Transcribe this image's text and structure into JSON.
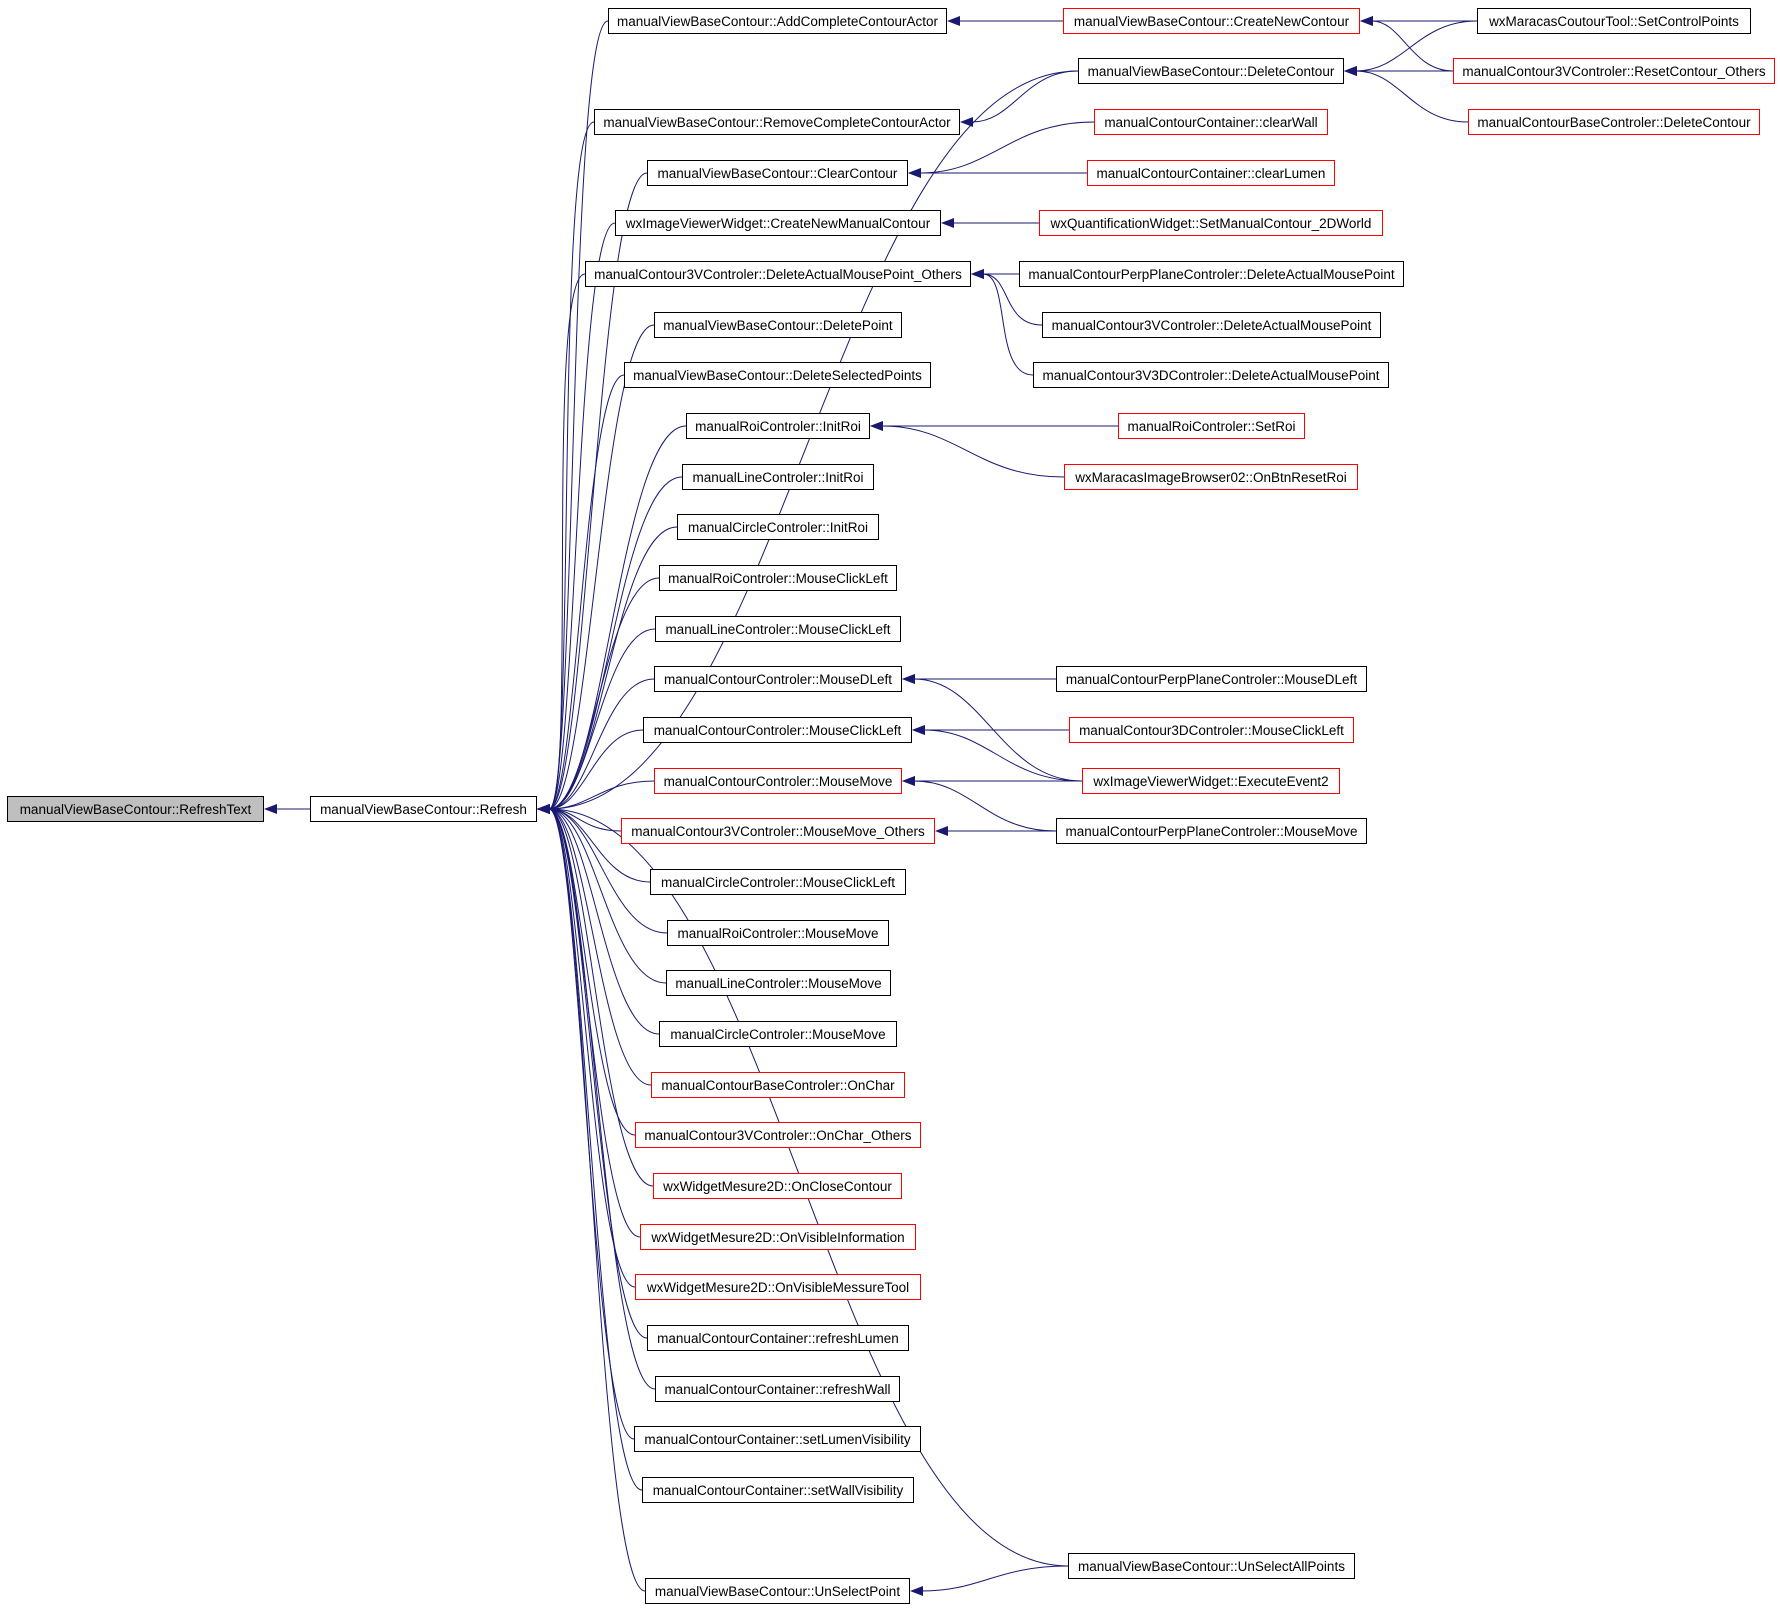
{
  "graph": {
    "edge_color": "#191970",
    "nodes": [
      {
        "id": "refreshtext",
        "label": "manualViewBaseContour::RefreshText",
        "kind": "focus"
      },
      {
        "id": "refresh",
        "label": "manualViewBaseContour::Refresh",
        "kind": "black"
      },
      {
        "id": "addcompletecontouractor",
        "label": "manualViewBaseContour::AddCompleteContourActor",
        "kind": "black"
      },
      {
        "id": "removecompletecontouractor",
        "label": "manualViewBaseContour::RemoveCompleteContourActor",
        "kind": "black"
      },
      {
        "id": "clearcontour",
        "label": "manualViewBaseContour::ClearContour",
        "kind": "black"
      },
      {
        "id": "createnewmanualcontour",
        "label": "wxImageViewerWidget::CreateNewManualContour",
        "kind": "black"
      },
      {
        "id": "deleteactualmousepoint-others",
        "label": "manualContour3VControler::DeleteActualMousePoint_Others",
        "kind": "black"
      },
      {
        "id": "deletepoint",
        "label": "manualViewBaseContour::DeletePoint",
        "kind": "black"
      },
      {
        "id": "deleteselectedpoints",
        "label": "manualViewBaseContour::DeleteSelectedPoints",
        "kind": "black"
      },
      {
        "id": "roi-initroi",
        "label": "manualRoiControler::InitRoi",
        "kind": "black"
      },
      {
        "id": "line-initroi",
        "label": "manualLineControler::InitRoi",
        "kind": "black"
      },
      {
        "id": "circle-initroi",
        "label": "manualCircleControler::InitRoi",
        "kind": "black"
      },
      {
        "id": "roi-mouseclickleft",
        "label": "manualRoiControler::MouseClickLeft",
        "kind": "black"
      },
      {
        "id": "line-mouseclickleft",
        "label": "manualLineControler::MouseClickLeft",
        "kind": "black"
      },
      {
        "id": "contour-mousedleft",
        "label": "manualContourControler::MouseDLeft",
        "kind": "black"
      },
      {
        "id": "contour-mouseclickleft",
        "label": "manualContourControler::MouseClickLeft",
        "kind": "black"
      },
      {
        "id": "contour-mousemove",
        "label": "manualContourControler::MouseMove",
        "kind": "red"
      },
      {
        "id": "mousemove-others",
        "label": "manualContour3VControler::MouseMove_Others",
        "kind": "red"
      },
      {
        "id": "circle-mouseclickleft",
        "label": "manualCircleControler::MouseClickLeft",
        "kind": "black"
      },
      {
        "id": "roi-mousemove",
        "label": "manualRoiControler::MouseMove",
        "kind": "black"
      },
      {
        "id": "line-mousemove",
        "label": "manualLineControler::MouseMove",
        "kind": "black"
      },
      {
        "id": "circle-mousemove",
        "label": "manualCircleControler::MouseMove",
        "kind": "black"
      },
      {
        "id": "base-onchar",
        "label": "manualContourBaseControler::OnChar",
        "kind": "red"
      },
      {
        "id": "onchar-others",
        "label": "manualContour3VControler::OnChar_Others",
        "kind": "red"
      },
      {
        "id": "onclosecontour",
        "label": "wxWidgetMesure2D::OnCloseContour",
        "kind": "red"
      },
      {
        "id": "onvisibleinformation",
        "label": "wxWidgetMesure2D::OnVisibleInformation",
        "kind": "red"
      },
      {
        "id": "onvisiblemessuretool",
        "label": "wxWidgetMesure2D::OnVisibleMessureTool",
        "kind": "red"
      },
      {
        "id": "refreshlumen",
        "label": "manualContourContainer::refreshLumen",
        "kind": "black"
      },
      {
        "id": "refreshwall",
        "label": "manualContourContainer::refreshWall",
        "kind": "black"
      },
      {
        "id": "setlumenvisibility",
        "label": "manualContourContainer::setLumenVisibility",
        "kind": "black"
      },
      {
        "id": "setwallvisibility",
        "label": "manualContourContainer::setWallVisibility",
        "kind": "black"
      },
      {
        "id": "unselectpoint",
        "label": "manualViewBaseContour::UnSelectPoint",
        "kind": "black"
      },
      {
        "id": "createnewcontour",
        "label": "manualViewBaseContour::CreateNewContour",
        "kind": "red"
      },
      {
        "id": "deletecontour",
        "label": "manualViewBaseContour::DeleteContour",
        "kind": "black"
      },
      {
        "id": "clearwall",
        "label": "manualContourContainer::clearWall",
        "kind": "red"
      },
      {
        "id": "clearlumen",
        "label": "manualContourContainer::clearLumen",
        "kind": "red"
      },
      {
        "id": "setmanualcontour-2dworld",
        "label": "wxQuantificationWidget::SetManualContour_2DWorld",
        "kind": "red"
      },
      {
        "id": "perpplane-deleteactualmousepoint",
        "label": "manualContourPerpPlaneControler::DeleteActualMousePoint",
        "kind": "black"
      },
      {
        "id": "3v-deleteactualmousepoint",
        "label": "manualContour3VControler::DeleteActualMousePoint",
        "kind": "black"
      },
      {
        "id": "3v3d-deleteactualmousepoint",
        "label": "manualContour3V3DControler::DeleteActualMousePoint",
        "kind": "black"
      },
      {
        "id": "roi-setroi",
        "label": "manualRoiControler::SetRoi",
        "kind": "red"
      },
      {
        "id": "onbtnresetroi",
        "label": "wxMaracasImageBrowser02::OnBtnResetRoi",
        "kind": "red"
      },
      {
        "id": "perpplane-mousedleft",
        "label": "manualContourPerpPlaneControler::MouseDLeft",
        "kind": "black"
      },
      {
        "id": "3d-mouseclickleft",
        "label": "manualContour3DControler::MouseClickLeft",
        "kind": "red"
      },
      {
        "id": "executeevent2",
        "label": "wxImageViewerWidget::ExecuteEvent2",
        "kind": "red"
      },
      {
        "id": "perpplane-mousemove",
        "label": "manualContourPerpPlaneControler::MouseMove",
        "kind": "black"
      },
      {
        "id": "unselectallpoints",
        "label": "manualViewBaseContour::UnSelectAllPoints",
        "kind": "black"
      },
      {
        "id": "setcontrolpoints",
        "label": "wxMaracasCoutourTool::SetControlPoints",
        "kind": "black"
      },
      {
        "id": "resetcontour-others",
        "label": "manualContour3VControler::ResetContour_Others",
        "kind": "red"
      },
      {
        "id": "base-deletecontour",
        "label": "manualContourBaseControler::DeleteContour",
        "kind": "red"
      }
    ],
    "edges": [
      [
        "refreshtext",
        "refresh"
      ],
      [
        "refresh",
        "addcompletecontouractor"
      ],
      [
        "refresh",
        "removecompletecontouractor"
      ],
      [
        "refresh",
        "clearcontour"
      ],
      [
        "refresh",
        "createnewmanualcontour"
      ],
      [
        "refresh",
        "deleteactualmousepoint-others"
      ],
      [
        "refresh",
        "deletepoint"
      ],
      [
        "refresh",
        "deleteselectedpoints"
      ],
      [
        "refresh",
        "roi-initroi"
      ],
      [
        "refresh",
        "line-initroi"
      ],
      [
        "refresh",
        "circle-initroi"
      ],
      [
        "refresh",
        "roi-mouseclickleft"
      ],
      [
        "refresh",
        "line-mouseclickleft"
      ],
      [
        "refresh",
        "contour-mousedleft"
      ],
      [
        "refresh",
        "contour-mouseclickleft"
      ],
      [
        "refresh",
        "contour-mousemove"
      ],
      [
        "refresh",
        "mousemove-others"
      ],
      [
        "refresh",
        "circle-mouseclickleft"
      ],
      [
        "refresh",
        "roi-mousemove"
      ],
      [
        "refresh",
        "line-mousemove"
      ],
      [
        "refresh",
        "circle-mousemove"
      ],
      [
        "refresh",
        "base-onchar"
      ],
      [
        "refresh",
        "onchar-others"
      ],
      [
        "refresh",
        "onclosecontour"
      ],
      [
        "refresh",
        "onvisibleinformation"
      ],
      [
        "refresh",
        "onvisiblemessuretool"
      ],
      [
        "refresh",
        "refreshlumen"
      ],
      [
        "refresh",
        "refreshwall"
      ],
      [
        "refresh",
        "setlumenvisibility"
      ],
      [
        "refresh",
        "setwallvisibility"
      ],
      [
        "refresh",
        "unselectpoint"
      ],
      [
        "refresh",
        "deletecontour"
      ],
      [
        "refresh",
        "unselectallpoints"
      ],
      [
        "addcompletecontouractor",
        "createnewcontour"
      ],
      [
        "removecompletecontouractor",
        "deletecontour"
      ],
      [
        "clearcontour",
        "clearwall"
      ],
      [
        "clearcontour",
        "clearlumen"
      ],
      [
        "createnewmanualcontour",
        "setmanualcontour-2dworld"
      ],
      [
        "deleteactualmousepoint-others",
        "perpplane-deleteactualmousepoint"
      ],
      [
        "deleteactualmousepoint-others",
        "3v-deleteactualmousepoint"
      ],
      [
        "deleteactualmousepoint-others",
        "3v3d-deleteactualmousepoint"
      ],
      [
        "roi-initroi",
        "roi-setroi"
      ],
      [
        "roi-initroi",
        "onbtnresetroi"
      ],
      [
        "contour-mousedleft",
        "perpplane-mousedleft"
      ],
      [
        "contour-mousedleft",
        "executeevent2"
      ],
      [
        "contour-mouseclickleft",
        "3d-mouseclickleft"
      ],
      [
        "contour-mouseclickleft",
        "executeevent2"
      ],
      [
        "contour-mousemove",
        "executeevent2"
      ],
      [
        "contour-mousemove",
        "perpplane-mousemove"
      ],
      [
        "mousemove-others",
        "perpplane-mousemove"
      ],
      [
        "unselectpoint",
        "unselectallpoints"
      ],
      [
        "createnewcontour",
        "setcontrolpoints"
      ],
      [
        "createnewcontour",
        "resetcontour-others"
      ],
      [
        "deletecontour",
        "setcontrolpoints"
      ],
      [
        "deletecontour",
        "resetcontour-others"
      ],
      [
        "deletecontour",
        "base-deletecontour"
      ]
    ]
  }
}
